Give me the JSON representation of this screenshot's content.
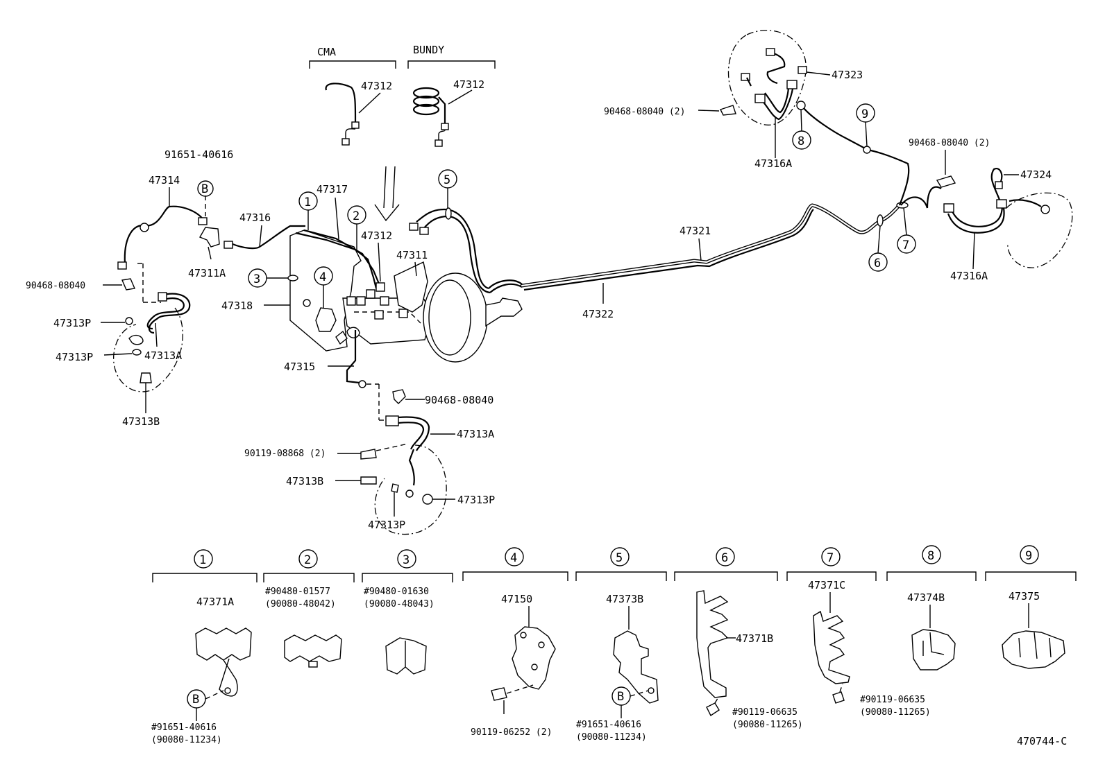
{
  "diagram_code": "470744-C",
  "variants": {
    "left": "CMA",
    "right": "BUNDY"
  },
  "parts": {
    "p47312_cma": "47312",
    "p47312_bundy": "47312",
    "p47312_center": "47312",
    "p91651_40616": "91651-40616",
    "p47314": "47314",
    "p47316": "47316",
    "p47317": "47317",
    "p47311A": "47311A",
    "p90468_left": "90468-08040",
    "p47313P_1": "47313P",
    "p47313P_2": "47313P",
    "p47313A_left": "47313A",
    "p47313B_left": "47313B",
    "p47318": "47318",
    "p47311": "47311",
    "p47315": "47315",
    "p90468_mid": "90468-08040",
    "p47313A_mid": "47313A",
    "p90119_08868": "90119-08868 (2)",
    "p47313B_mid": "47313B",
    "p47313P_mid_r": "47313P",
    "p47313P_mid_b": "47313P",
    "p47322": "47322",
    "p47321": "47321",
    "p90468_top": "90468-08040 (2)",
    "p47323": "47323",
    "p47316A_top": "47316A",
    "p90468_right": "90468-08040 (2)",
    "p47324": "47324",
    "p47316A_right": "47316A"
  },
  "callouts": {
    "c1": "1",
    "c2": "2",
    "c3": "3",
    "c4": "4",
    "c5": "5",
    "c6": "6",
    "c7": "7",
    "c8": "8",
    "c9": "9",
    "cB": "B"
  },
  "legend": [
    {
      "num": "1",
      "part": "47371A",
      "fastener": "#91651-40616",
      "alt": "(90080-11234)",
      "tag": "B"
    },
    {
      "num": "2",
      "part": "#90480-01577",
      "alt": "(90080-48042)"
    },
    {
      "num": "3",
      "part": "#90480-01630",
      "alt": "(90080-48043)"
    },
    {
      "num": "4",
      "part": "47150",
      "fastener": "90119-06252 (2)"
    },
    {
      "num": "5",
      "part": "47373B",
      "fastener": "#91651-40616",
      "alt": "(90080-11234)",
      "tag": "B"
    },
    {
      "num": "6",
      "part": "47371B",
      "fastener": "#90119-06635",
      "alt": "(90080-11265)"
    },
    {
      "num": "7",
      "part": "47371C",
      "fastener": "#90119-06635",
      "alt": "(90080-11265)"
    },
    {
      "num": "8",
      "part": "47374B"
    },
    {
      "num": "9",
      "part": "47375"
    }
  ]
}
